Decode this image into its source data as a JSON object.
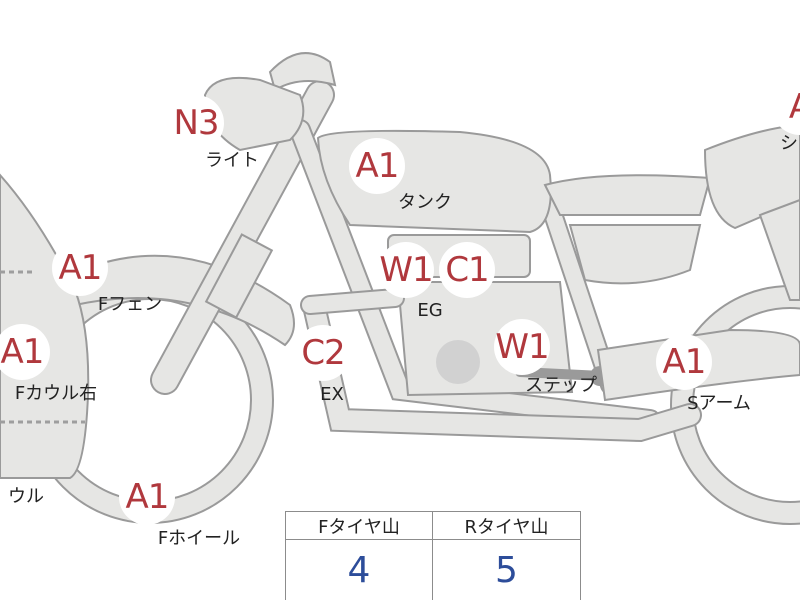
{
  "diagram": {
    "parts": [
      {
        "id": "light",
        "grade": "N3",
        "label": "ライト"
      },
      {
        "id": "tank",
        "grade": "A1",
        "label": "タンク"
      },
      {
        "id": "f-fender",
        "grade": "A1",
        "label": "Fフェン"
      },
      {
        "id": "f-cowl-right",
        "grade": "A1",
        "label": "Fカウル右"
      },
      {
        "id": "cowl",
        "grade": "",
        "label": "ウル"
      },
      {
        "id": "f-wheel",
        "grade": "A1",
        "label": "Fホイール"
      },
      {
        "id": "ex",
        "grade": "C2",
        "label": "EX"
      },
      {
        "id": "eg",
        "grade": "W1",
        "grade2": "C1",
        "label": "EG"
      },
      {
        "id": "step",
        "grade": "W1",
        "label": "ステップ"
      },
      {
        "id": "s-arm",
        "grade": "A1",
        "label": "Sアーム"
      },
      {
        "id": "seat",
        "grade": "A",
        "label": "シ"
      }
    ],
    "tread_table": {
      "headers": [
        "Fタイヤ山",
        "Rタイヤ山"
      ],
      "values": [
        "4",
        "5"
      ]
    }
  }
}
